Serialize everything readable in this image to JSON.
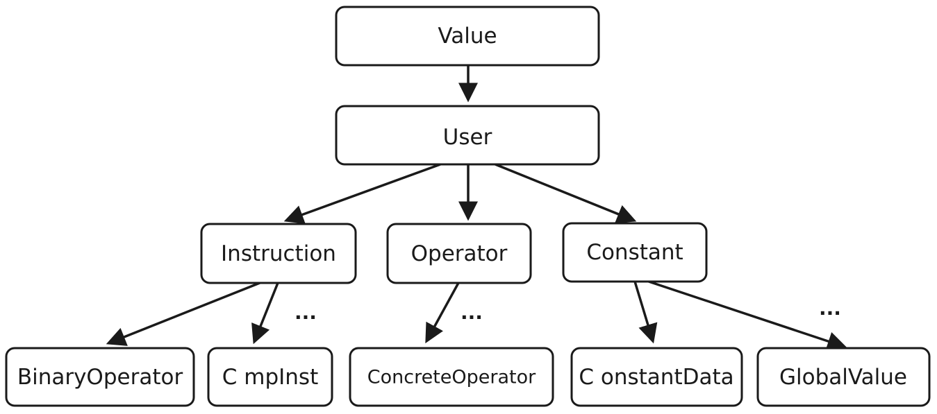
{
  "nodes": {
    "value": "Value",
    "user": "User",
    "instruction": "Instruction",
    "operator": "Operator",
    "constant": "Constant",
    "binary_operator": "BinaryOperator",
    "cmp_inst": "C mpInst",
    "concrete_operator": "ConcreteOperator",
    "constant_data": "C onstantData",
    "global_value": "GlobalValue"
  },
  "ellipses": {
    "instruction_more": "...",
    "operator_more": "...",
    "constant_more": "..."
  },
  "edges": [
    {
      "from": "value",
      "to": "user"
    },
    {
      "from": "user",
      "to": "instruction"
    },
    {
      "from": "user",
      "to": "operator"
    },
    {
      "from": "user",
      "to": "constant"
    },
    {
      "from": "instruction",
      "to": "binary_operator"
    },
    {
      "from": "instruction",
      "to": "cmp_inst"
    },
    {
      "from": "operator",
      "to": "concrete_operator"
    },
    {
      "from": "constant",
      "to": "constant_data"
    },
    {
      "from": "constant",
      "to": "global_value"
    }
  ],
  "colors": {
    "stroke": "#1a1a1a",
    "fill": "#ffffff"
  }
}
